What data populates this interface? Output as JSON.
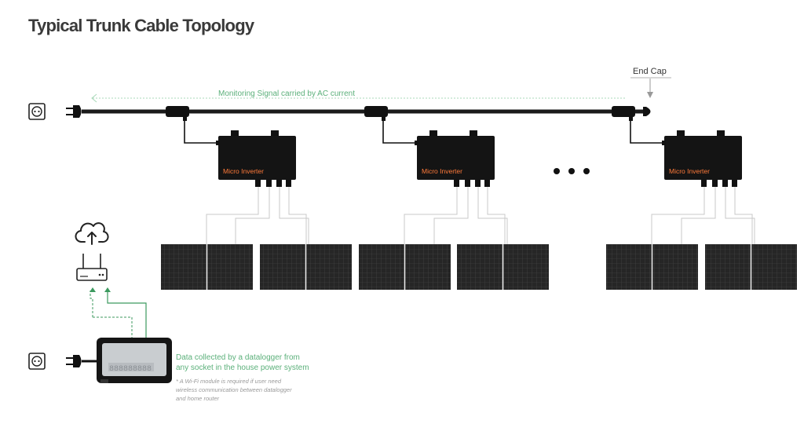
{
  "title": "Typical Trunk Cable Topology",
  "labels": {
    "end_cap": "End Cap",
    "monitoring_signal": "Monitoring Signal carried by AC current",
    "micro_inverter": "Micro Inverter",
    "data_collected_line1": "Data collected by a  datalogger from",
    "data_collected_line2": "any socket in the house power system",
    "wifi_note_line1": "* A  Wi-Fi module is required if user need",
    "wifi_note_line2": "wireless communication between datalogger",
    "wifi_note_line3": "and home router",
    "datalogger_display": "888888888"
  },
  "colors": {
    "signal_green": "#5bb07a",
    "inverter_text": "#ff7a3a",
    "cable": "#1a1a1a",
    "panel": "#2a2a2a"
  },
  "icons": [
    "power-socket-icon",
    "power-plug-icon",
    "cloud-upload-icon",
    "router-icon",
    "end-cap-icon",
    "ellipsis-icon"
  ]
}
